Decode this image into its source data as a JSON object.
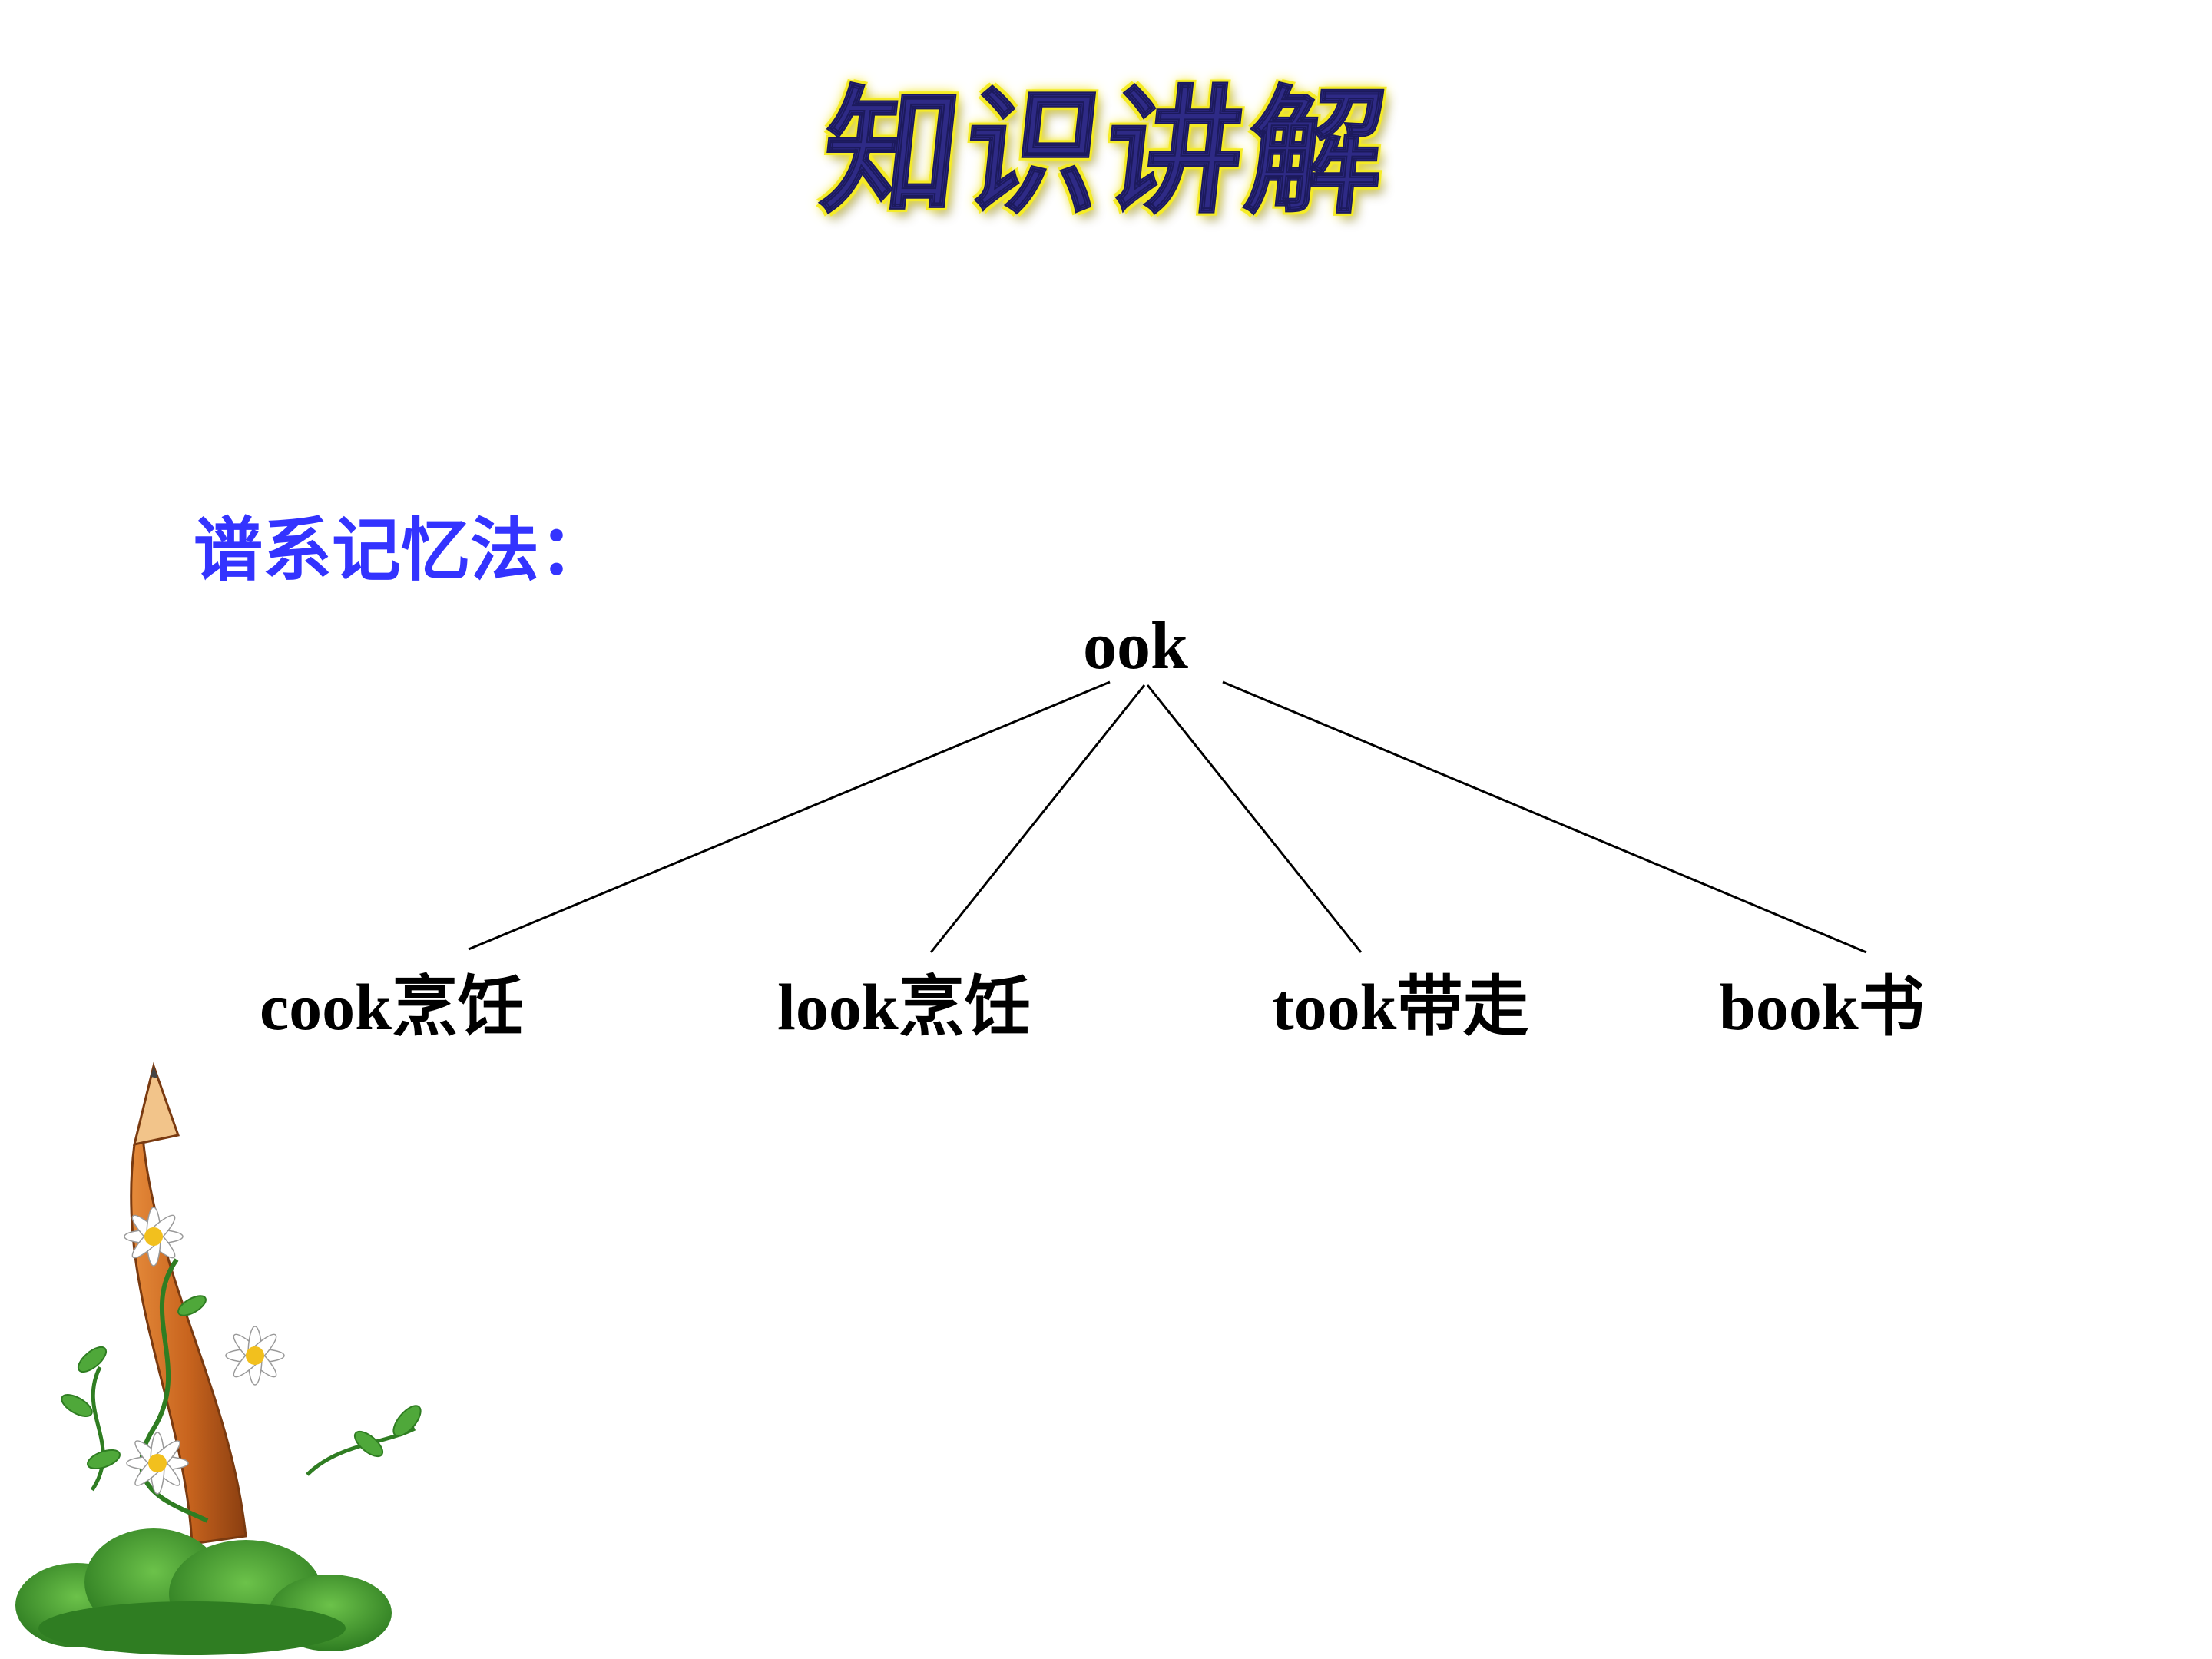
{
  "title": "知识讲解",
  "method_label": "谱系记忆法：",
  "diagram": {
    "root": "ook",
    "children": [
      {
        "word": "cook",
        "meaning": "烹饪"
      },
      {
        "word": "look",
        "meaning": "烹饪"
      },
      {
        "word": "took",
        "meaning": "带走"
      },
      {
        "word": "book",
        "meaning": "书"
      }
    ]
  },
  "decoration": {
    "icon": "pencil-with-daisies",
    "colors": {
      "title_fill": "#2e2a86",
      "title_glow": "#f6ee2a",
      "label_blue": "#3333ff",
      "pencil_wood": "#c8641e",
      "grass_green": "#3c9a2e"
    }
  }
}
